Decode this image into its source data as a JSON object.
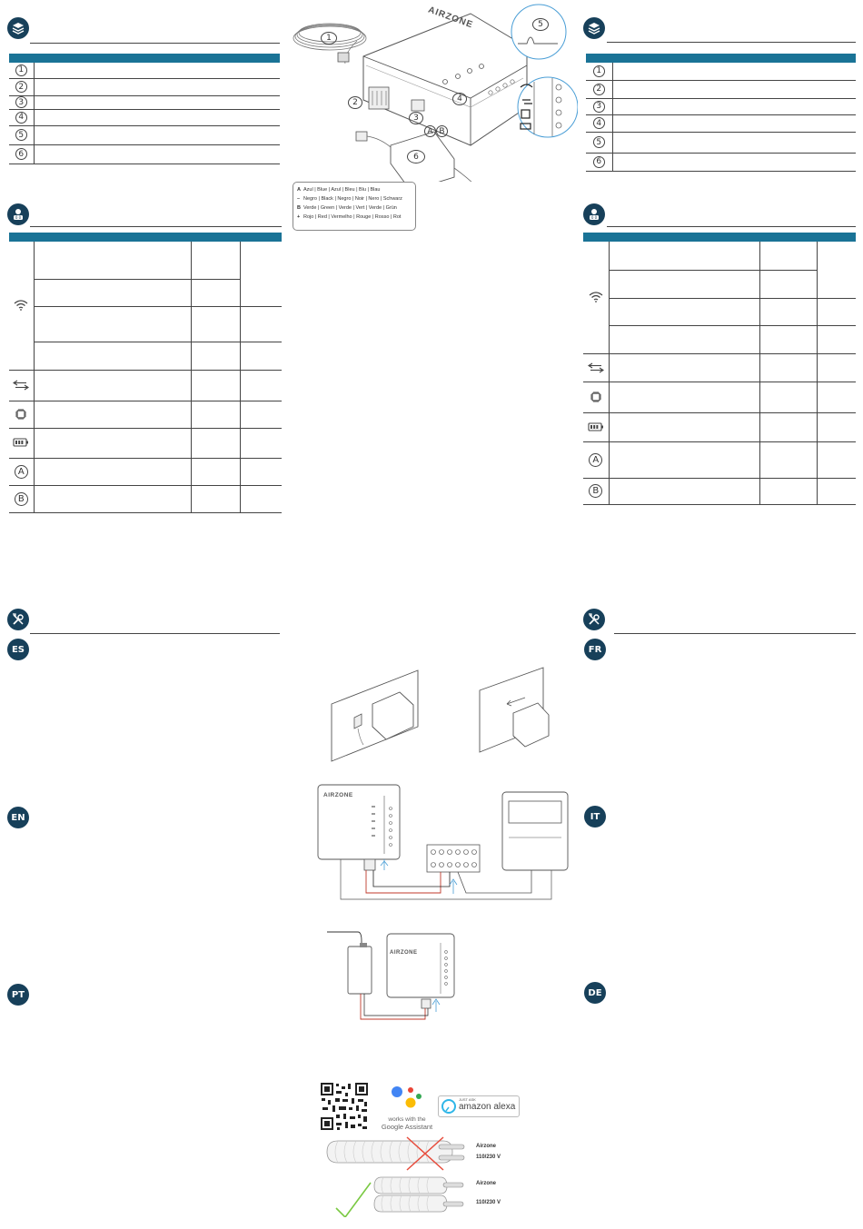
{
  "components_left": [
    "1",
    "2",
    "3",
    "4",
    "5",
    "6"
  ],
  "components_right": [
    "1",
    "2",
    "3",
    "4",
    "5",
    "6"
  ],
  "callouts": [
    "1",
    "2",
    "3",
    "4",
    "5",
    "6",
    "A",
    "B"
  ],
  "brand": "AIRZONE",
  "legend": [
    {
      "mark": "A",
      "text": "Azul | Blue | Azul | Bleu | Blu | Blau"
    },
    {
      "mark": "–",
      "text": "Negro | Black | Negro | Noir | Nero | Schwarz"
    },
    {
      "mark": "B",
      "text": "Verde | Green | Verde | Vert | Verde | Grün"
    },
    {
      "mark": "+",
      "text": "Rojo | Red | Vermelho | Rouge | Rosso | Rot"
    }
  ],
  "led_table_marks": [
    "A",
    "B"
  ],
  "languages": [
    "ES",
    "EN",
    "PT",
    "FR",
    "IT",
    "DE"
  ],
  "google": {
    "line1": "works with the",
    "line2": "Google Assistant"
  },
  "alexa": {
    "small": "JUST ASK",
    "big": "amazon alexa"
  },
  "cable_labels": {
    "airzone": "Airzone",
    "power": "110/230 V"
  }
}
